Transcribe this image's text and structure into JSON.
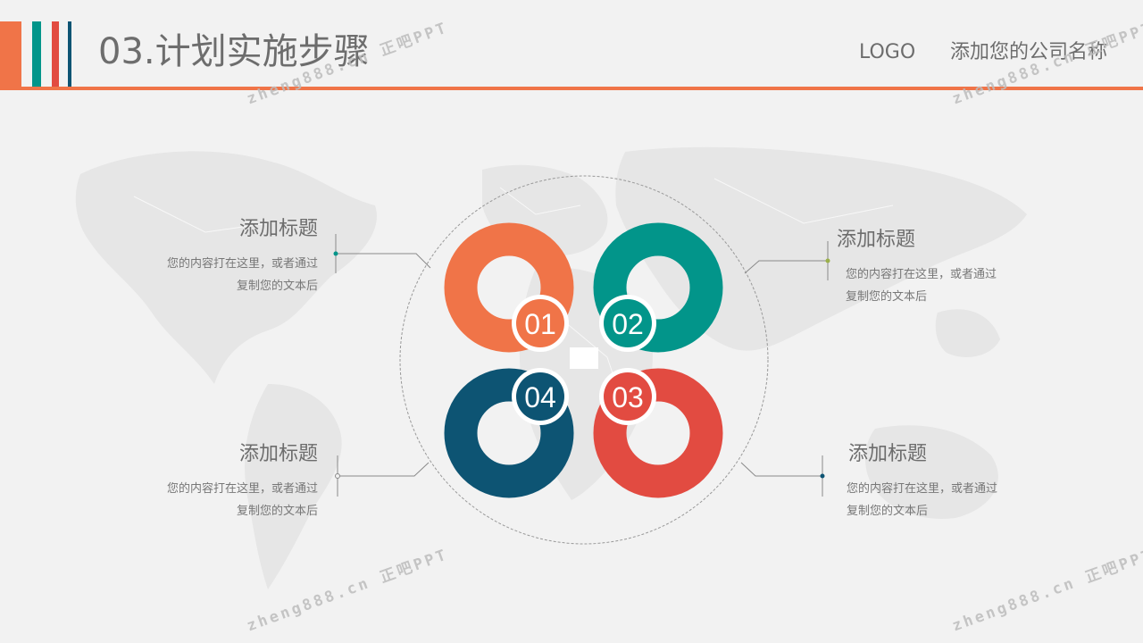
{
  "header": {
    "title": "03.计划实施步骤",
    "logo": "LOGO",
    "company": "添加您的公司名称"
  },
  "colors": {
    "orange": "#f07448",
    "teal": "#02958a",
    "navy": "#0d5473",
    "red": "#e24b41",
    "rule": "#f07448",
    "text": "#6d6d6d"
  },
  "steps": [
    {
      "number": "01",
      "title": "添加标题",
      "text_line1": "您的内容打在这里，或者通过",
      "text_line2": "复制您的文本后"
    },
    {
      "number": "02",
      "title": "添加标题",
      "text_line1": "您的内容打在这里，或者通过",
      "text_line2": "复制您的文本后"
    },
    {
      "number": "03",
      "title": "添加标题",
      "text_line1": "您的内容打在这里，或者通过",
      "text_line2": "复制您的文本后"
    },
    {
      "number": "04",
      "title": "添加标题",
      "text_line1": "您的内容打在这里，或者通过",
      "text_line2": "复制您的文本后"
    }
  ],
  "watermark": "zheng888.cn 正吧PPT"
}
